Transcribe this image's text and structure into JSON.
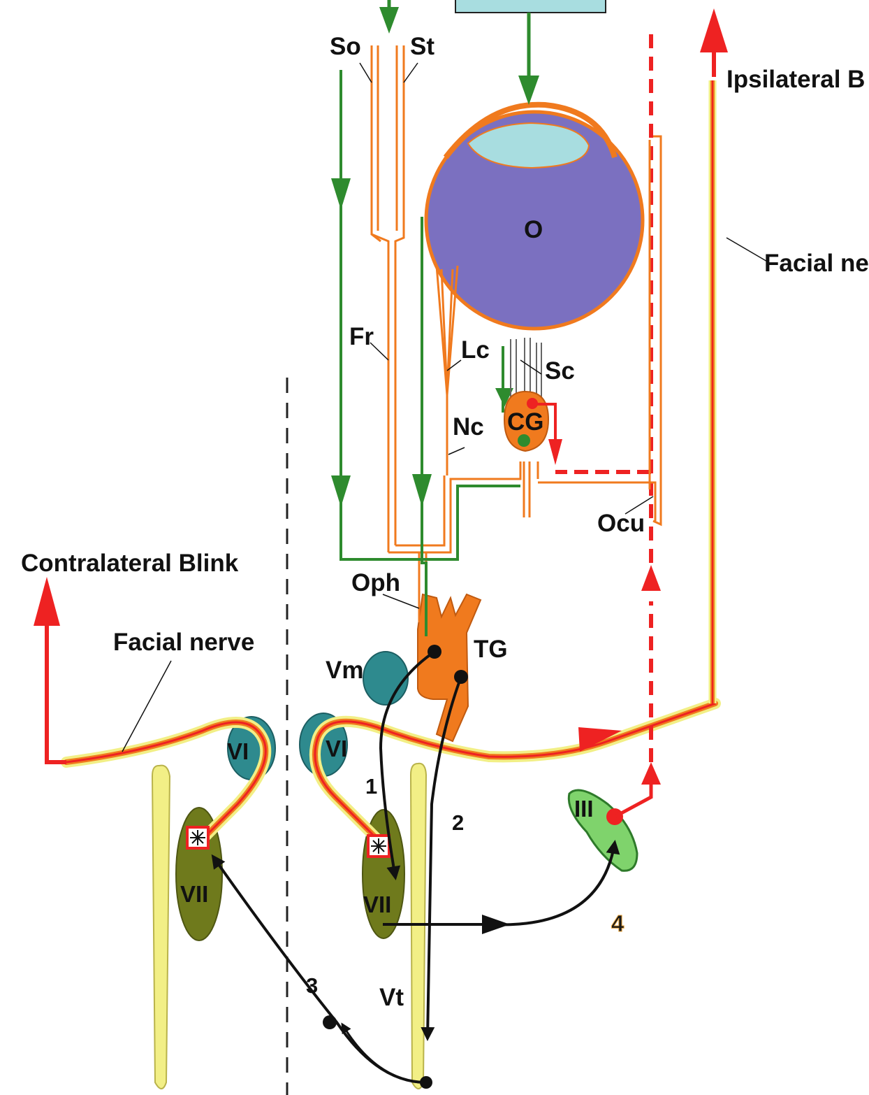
{
  "labels": {
    "so": "So",
    "st": "St",
    "ipsilateral": "Ipsilateral B",
    "eye": "O",
    "facial_nerve_right": "Facial ne",
    "fr": "Fr",
    "lc": "Lc",
    "sc": "Sc",
    "cg": "CG",
    "nc": "Nc",
    "ocu": "Ocu",
    "contralateral": "Contralateral Blink",
    "oph": "Oph",
    "facial_nerve_left": "Facial nerve",
    "tg": "TG",
    "vm": "Vm",
    "vi_left": "VI",
    "vi_right": "VI",
    "iii": "III",
    "vii_left": "VII",
    "vii_right": "VII",
    "vt": "Vt"
  },
  "pathways": {
    "p1": "1",
    "p2": "2",
    "p3": "3",
    "p4": "4"
  },
  "colors": {
    "nerve_orange": "#f07a1e",
    "parasympathetic_green": "#2e8b2e",
    "reflex_red": "#ee2222",
    "globe_purple": "#7b70c0",
    "cornea_cyan": "#a8dde0",
    "brainstem_yellow": "#f2ef86",
    "nucleus_olive": "#6f7a1c",
    "abducens_teal": "#2e8a8e",
    "oculomotor_green": "#7fd36c"
  }
}
